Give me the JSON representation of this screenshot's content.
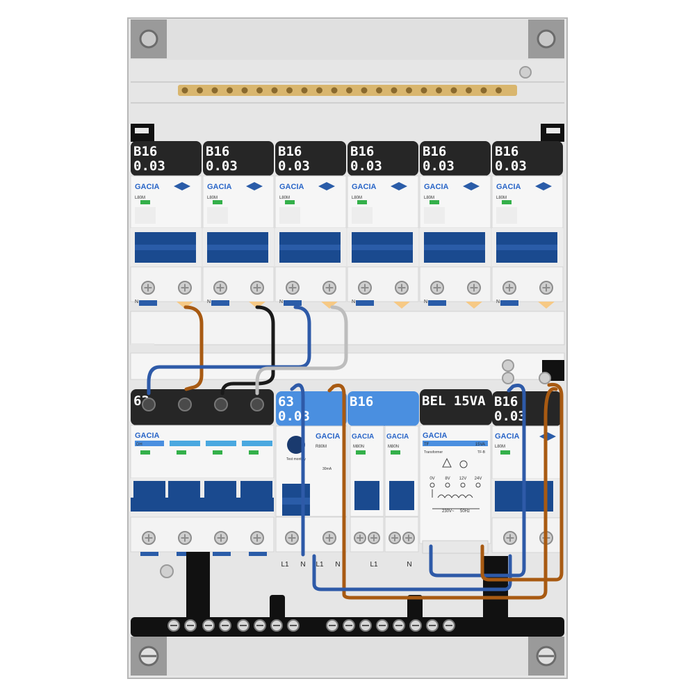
{
  "colors": {
    "enclosure": "#e2e2e2",
    "label_dark": "#262626",
    "label_blue": "#4a8fe0",
    "handle_blue": "#1a4a8f",
    "busbar_brass": "#d9b66e",
    "wire_brown": "#a85a12",
    "wire_blue": "#2e5aa8",
    "wire_black": "#1a1a1a",
    "wire_grey": "#bdbdbd"
  },
  "brand": "GACIA",
  "top_row": [
    {
      "label_1": "B16",
      "label_2": "0.03",
      "model": "L80M"
    },
    {
      "label_1": "B16",
      "label_2": "0.03",
      "model": "L80M"
    },
    {
      "label_1": "B16",
      "label_2": "0.03",
      "model": "L80M"
    },
    {
      "label_1": "B16",
      "label_2": "0.03",
      "model": "L80M"
    },
    {
      "label_1": "B16",
      "label_2": "0.03",
      "model": "L80M"
    },
    {
      "label_1": "B16",
      "label_2": "0.03",
      "model": "L80M"
    }
  ],
  "top_terminal_letter": "N",
  "bottom_row": {
    "main_switch": {
      "label": "63",
      "model": "DH"
    },
    "rcd": {
      "label_1": "63",
      "label_2": "0.03",
      "model": "R80M",
      "button_text": "Test monthly",
      "rating_text": "30mA"
    },
    "mcb_pair": {
      "label": "B16",
      "model": "M80N"
    },
    "transformer": {
      "label": "BEL 15VA",
      "model_badge": "TF",
      "rating_badge": "15VA",
      "title": "Transformer",
      "subtitle": "TF-B",
      "taps": [
        "0V",
        "8V",
        "12V",
        "24V"
      ],
      "supply": "230V~",
      "freq": "50Hz"
    },
    "rcbo": {
      "label_1": "B16",
      "label_2": "0.03",
      "model": "L80M"
    }
  },
  "terminal_marks": [
    "N",
    "L1",
    "N",
    "L1",
    "N",
    "L1",
    "N"
  ]
}
